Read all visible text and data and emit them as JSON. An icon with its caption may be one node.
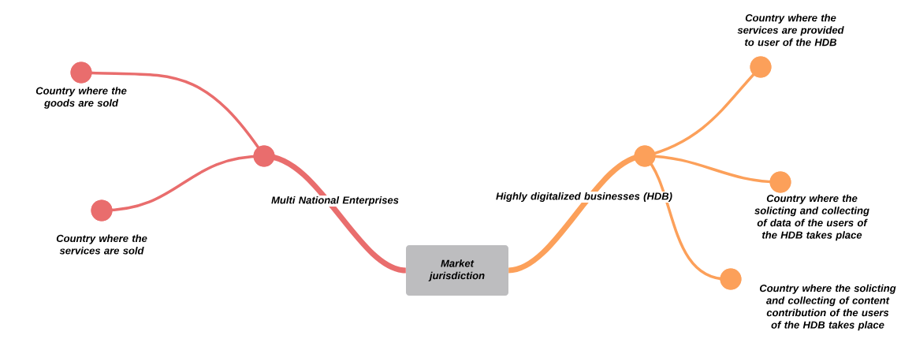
{
  "diagram": {
    "nodes": [
      {
        "text": [],
        "shape": "circle",
        "beside": [
          "Country where the goods are sold"
        ]
      },
      {
        "text": [],
        "shape": "circle",
        "beside": [
          "Country where the services are sold"
        ]
      },
      {
        "text": [],
        "shape": "circle",
        "beside": [
          "Multi National Enterprises"
        ]
      },
      {
        "text": [
          "Market jurisdiction"
        ]
      },
      {
        "text": [],
        "shape": "circle",
        "beside": [
          "Highly digitalized businesses (HDB)"
        ]
      },
      {
        "text": [],
        "shape": "circle",
        "beside": [
          "Country where the services are provided to user of the HDB"
        ]
      },
      {
        "text": [],
        "shape": "circle",
        "beside": [
          "Country where the solicting and collecting of data of the users of the HDB takes place"
        ]
      },
      {
        "text": [],
        "shape": "circle",
        "beside": [
          "Country where the solicting and collecting of content contribution of the users of the HDB takes place"
        ]
      }
    ],
    "edges": [
      {
        "from": 3,
        "to": 2,
        "arrow": "none",
        "style": "thick",
        "color": "#e96d6d"
      },
      {
        "from": 2,
        "to": 0,
        "arrow": "none",
        "color": "#e96d6d"
      },
      {
        "from": 2,
        "to": 1,
        "arrow": "none",
        "color": "#e96d6d"
      },
      {
        "from": 3,
        "to": 4,
        "arrow": "none",
        "style": "thick"
      },
      {
        "from": 4,
        "to": 5,
        "arrow": "none"
      },
      {
        "from": 4,
        "to": 6,
        "arrow": "none"
      },
      {
        "from": 4,
        "to": 7,
        "arrow": "none"
      }
    ]
  }
}
